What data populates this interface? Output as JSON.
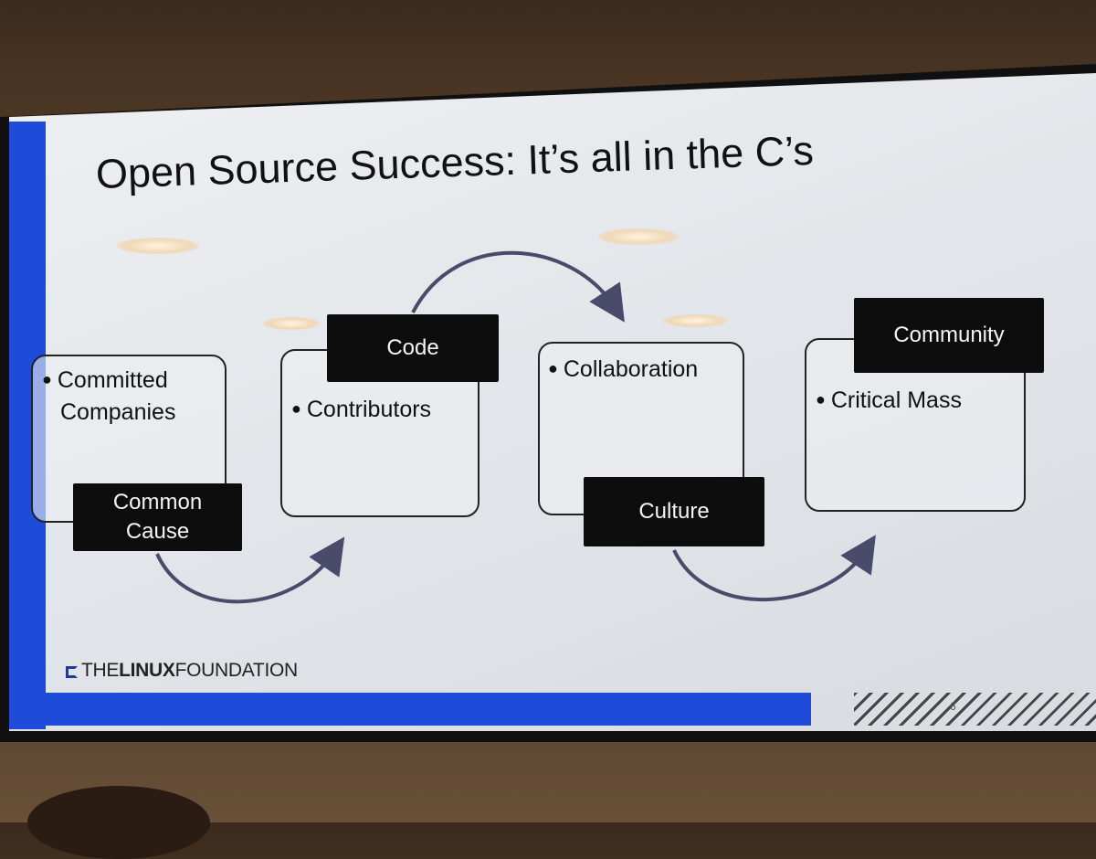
{
  "slide": {
    "title": "Open Source Success: It’s all in the C’s",
    "page_number": "6",
    "footer": {
      "the": "THE",
      "linux": "LINUX",
      "foundation": "FOUNDATION"
    }
  },
  "stages": [
    {
      "tag": "Common Cause",
      "bullets": [
        "Committed",
        "Companies"
      ]
    },
    {
      "tag": "Code",
      "bullets": [
        "Contributors"
      ]
    },
    {
      "tag": "Culture",
      "bullets": [
        "Collaboration"
      ]
    },
    {
      "tag": "Community",
      "bullets": [
        "Critical Mass"
      ]
    }
  ],
  "tag_lines": {
    "common_cause": [
      "Common",
      "Cause"
    ]
  },
  "colors": {
    "accent_blue": "#1e4bd8",
    "arrow": "#4a4a6a",
    "tag_bg": "#0d0d0d"
  }
}
